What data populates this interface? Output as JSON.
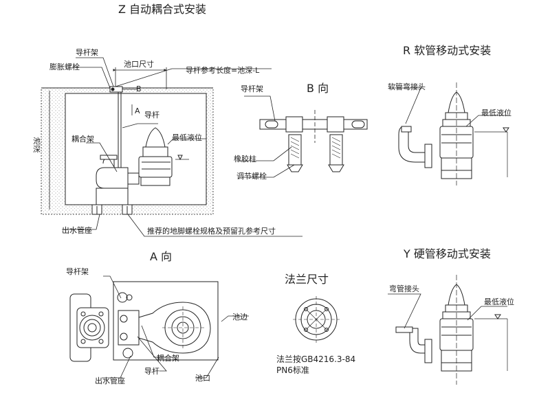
{
  "titles": {
    "z_install": "Z 自动耦合式安装",
    "r_install": "R 软管移动式安装",
    "b_view": "B 向",
    "a_view": "A 向",
    "flange": "法兰尺寸",
    "y_install": "Y 硬管移动式安装"
  },
  "z_labels": {
    "guide_rod_frame": "导杆架",
    "expansion_bolt": "膨胀螺栓",
    "outlet_size": "池口尺寸",
    "marker_b": "B",
    "guide_rod_ref_len": "导杆参考长度=池深-L",
    "marker_a": "A",
    "guide_rod": "导杆",
    "pool_depth": "池深",
    "coupling_frame": "耦合架",
    "min_level": "最低液位",
    "outlet_base": "出水管座",
    "anchor_note": "推荐的地脚螺栓规格及预留孔参考尺寸"
  },
  "b_labels": {
    "guide_rod_frame": "导杆架",
    "rubber_column": "橡胶柱",
    "adjust_bolt": "调节螺栓"
  },
  "r_labels": {
    "hose_elbow": "软管弯接头",
    "min_level": "最低液位"
  },
  "a_labels": {
    "guide_rod_frame": "导杆架",
    "pool_edge": "池边",
    "coupling_frame": "耦合架",
    "outlet_base": "出水管座",
    "guide_rod": "导杆",
    "pool_mouth": "池口"
  },
  "flange_labels": {
    "note_line1": "法兰按GB4216.3-84",
    "note_line2": "PN6标准"
  },
  "y_labels": {
    "elbow_joint": "弯管接头",
    "min_level": "最低液位"
  }
}
